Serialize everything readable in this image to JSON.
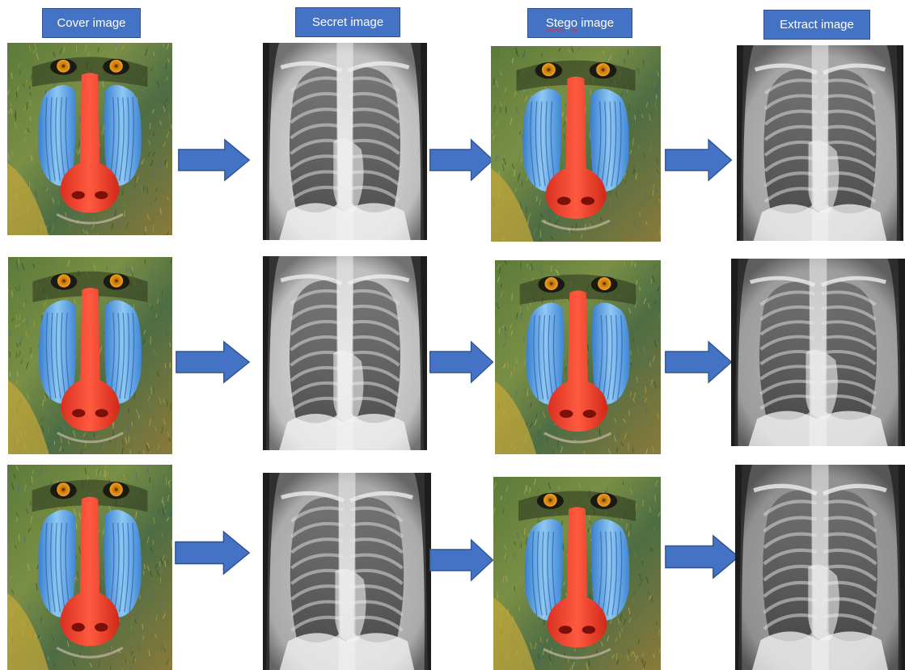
{
  "headers": {
    "cover": "Cover image",
    "secret": "Secret image",
    "stego_word": "Stego",
    "stego_rest": " image",
    "extract": "Extract image"
  },
  "colors": {
    "header_fill": "#4472c4",
    "header_border": "#2f528f",
    "arrow_fill": "#4472c4",
    "arrow_stroke": "#2f528f"
  },
  "rows": 3
}
